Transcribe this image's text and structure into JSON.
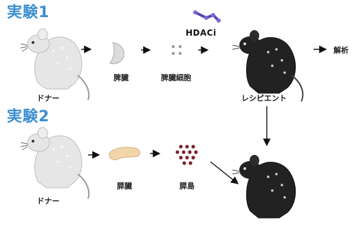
{
  "experiment1": {
    "title": "実験1",
    "donor_label": "ドナー",
    "spleen_label": "脾臓",
    "splenocyte_label": "脾臓細胞",
    "drug_label": "HDACi",
    "recipient_label": "レシピエント",
    "result_label": "解析"
  },
  "experiment2": {
    "title": "実験2",
    "donor_label": "ドナー",
    "pancreas_label": "膵臓",
    "islet_label": "膵島"
  },
  "colors": {
    "title": "#3a8fd0",
    "donor_mouse": "#e6e6e6",
    "recipient_mouse": "#222222",
    "spleen": "#dcdcdc",
    "splenocyte": "#9a9a9a",
    "pancreas": "#f0d6a8",
    "islet": "#7a1f2a",
    "drug": "#5a45b0"
  }
}
